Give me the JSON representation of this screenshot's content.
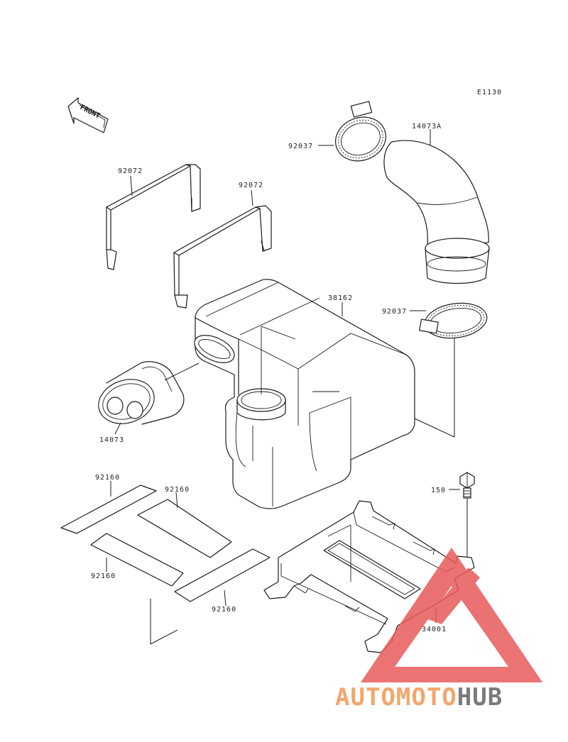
{
  "diagram": {
    "ref_code": "E1130",
    "front_label": "FRONT",
    "parts": [
      {
        "key": "p92072a",
        "number": "92072",
        "name": "strap"
      },
      {
        "key": "p92072b",
        "number": "92072",
        "name": "strap"
      },
      {
        "key": "p92037a",
        "number": "92037",
        "name": "hose-clamp"
      },
      {
        "key": "p92037b",
        "number": "92037",
        "name": "hose-clamp"
      },
      {
        "key": "p14073A",
        "number": "14073A",
        "name": "elbow-duct"
      },
      {
        "key": "p38162",
        "number": "38162",
        "name": "silencer-box"
      },
      {
        "key": "p14073",
        "number": "14073",
        "name": "grommet"
      },
      {
        "key": "p92160a",
        "number": "92160",
        "name": "pad"
      },
      {
        "key": "p92160b",
        "number": "92160",
        "name": "pad"
      },
      {
        "key": "p92160c",
        "number": "92160",
        "name": "pad"
      },
      {
        "key": "p92160d",
        "number": "92160",
        "name": "pad"
      },
      {
        "key": "p150",
        "number": "150",
        "name": "bolt"
      },
      {
        "key": "p34001",
        "number": "34001",
        "name": "bracket"
      }
    ]
  },
  "watermark": {
    "part1": "AUTOMOTO",
    "part2": "HUB",
    "color1": "#f3a66b",
    "color2": "#7a7a7a",
    "triangle_color": "#e85a5a"
  }
}
